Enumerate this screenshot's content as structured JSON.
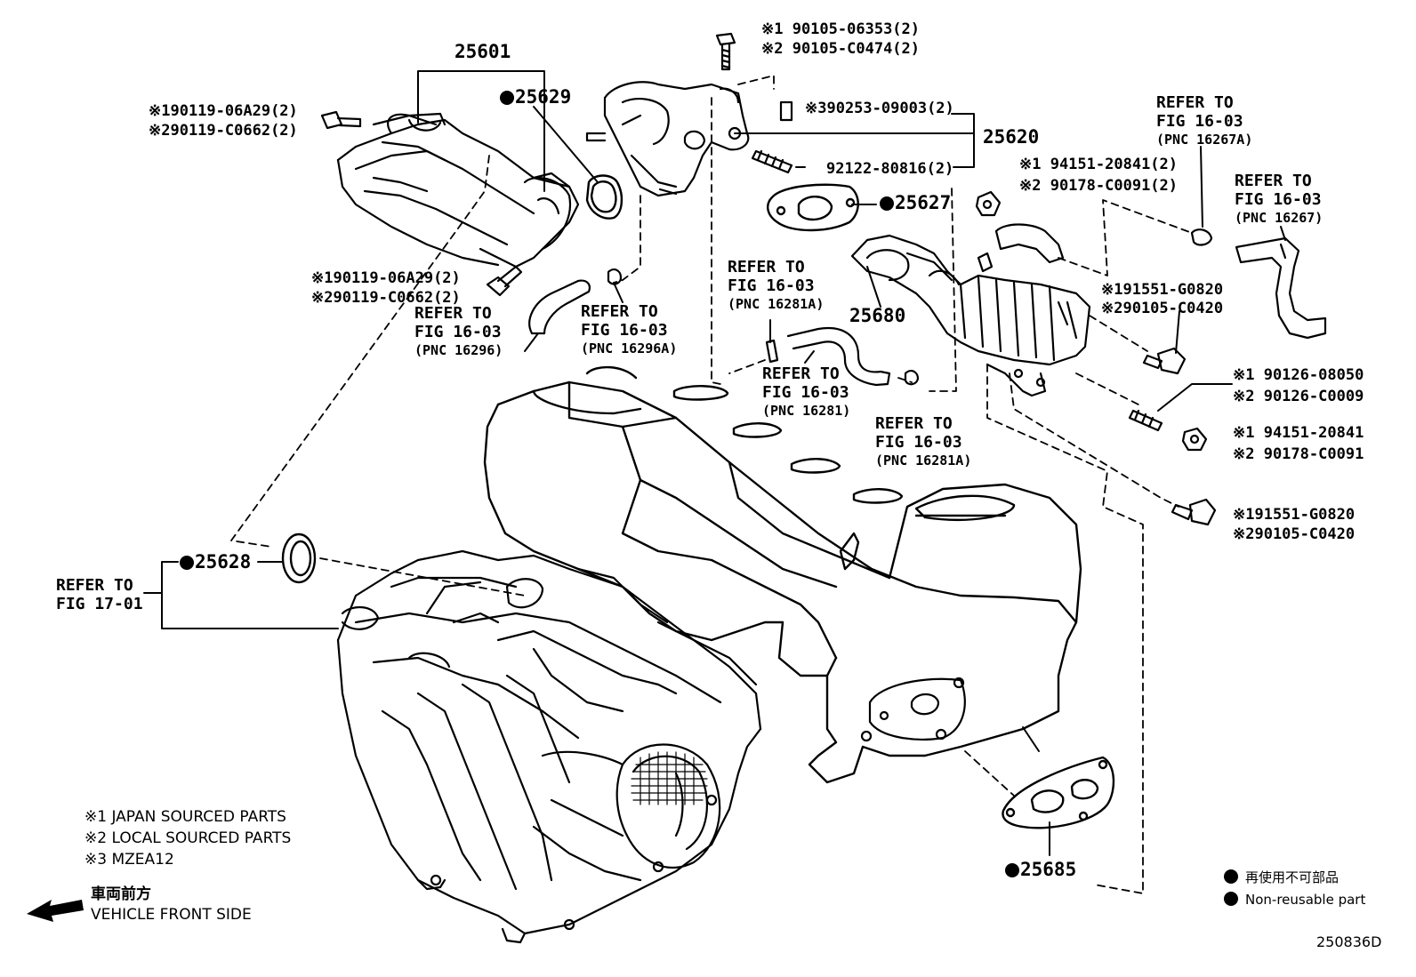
{
  "diagram_id": "250836D",
  "callouts": {
    "bolt_top_1": "※1 90105-06353(2)",
    "bolt_top_2": "※2 90105-C0474(2)",
    "p25601": "25601",
    "p25629": "25629",
    "bolt_left_1": "※190119-06A29(2)",
    "bolt_left_2": "※290119-C0662(2)",
    "bolt_mid_1": "※190119-06A29(2)",
    "bolt_mid_2": "※290119-C0662(2)",
    "stud_3": "※390253-09003(2)",
    "p25620": "25620",
    "stud_92122": "92122-80816(2)",
    "p25627": "25627",
    "nut_1": "※1 94151-20841(2)",
    "nut_2": "※2 90178-C0091(2)",
    "p25680": "25680",
    "bolt_r1_1": "※191551-G0820",
    "bolt_r1_2": "※290105-C0420",
    "stud_r_1": "※1 90126-08050",
    "stud_r_2": "※2 90126-C0009",
    "nut_r_1": "※1 94151-20841",
    "nut_r_2": "※2 90178-C0091",
    "bolt_r2_1": "※191551-G0820",
    "bolt_r2_2": "※290105-C0420",
    "p25628": "25628",
    "p25685": "25685"
  },
  "refs": {
    "r16296_a": "REFER TO",
    "r16296_b": "FIG 16-03",
    "r16296_c": "(PNC 16296)",
    "r16296A_a": "REFER TO",
    "r16296A_b": "FIG 16-03",
    "r16296A_c": "(PNC 16296A)",
    "r16281A_a": "REFER TO",
    "r16281A_b": "FIG 16-03",
    "r16281A_c": "(PNC 16281A)",
    "r16281_a": "REFER TO",
    "r16281_b": "FIG 16-03",
    "r16281_c": "(PNC 16281)",
    "r16281A2_a": "REFER TO",
    "r16281A2_b": "FIG 16-03",
    "r16281A2_c": "(PNC 16281A)",
    "r16267A_a": "REFER TO",
    "r16267A_b": "FIG 16-03",
    "r16267A_c": "(PNC 16267A)",
    "r16267_a": "REFER TO",
    "r16267_b": "FIG 16-03",
    "r16267_c": "(PNC 16267)",
    "r1701_a": "REFER TO",
    "r1701_b": "FIG 17-01"
  },
  "notes": {
    "n1": "※1 JAPAN SOURCED PARTS",
    "n2": "※2 LOCAL SOURCED PARTS",
    "n3": "※3 MZEA12",
    "front_jp": "車両前方",
    "front_en": "VEHICLE FRONT SIDE"
  },
  "legend": {
    "jp": "再使用不可部品",
    "en": "Non-reusable part"
  }
}
